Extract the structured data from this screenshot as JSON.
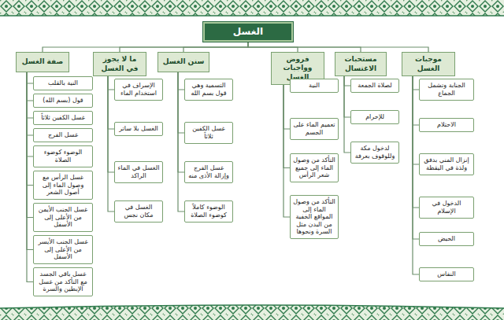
{
  "diagram": {
    "nodes": [
      {
        "text": [
          "الغسل"
        ]
      },
      {
        "text": [
          "موجبات الغسل"
        ]
      },
      {
        "text": [
          "الجنابة وتشمل الجماع"
        ]
      },
      {
        "text": [
          "الاحتلام"
        ]
      },
      {
        "text": [
          "إنزال المني بدفق ولذة في اليقظة"
        ]
      },
      {
        "text": [
          "الدخول في الإسلام"
        ]
      },
      {
        "text": [
          "الحيض"
        ]
      },
      {
        "text": [
          "النفاس"
        ]
      },
      {
        "text": [
          "مستحبات الاغتسال"
        ]
      },
      {
        "text": [
          "لصلاة الجمعة"
        ]
      },
      {
        "text": [
          "للإحرام"
        ]
      },
      {
        "text": [
          "لدخول مكة وللوقوف بعرفة"
        ]
      },
      {
        "text": [
          "فروض وواجبات الغسل"
        ]
      },
      {
        "text": [
          "النية"
        ]
      },
      {
        "text": [
          "تعميم الماء على الجسم"
        ]
      },
      {
        "text": [
          "التأكد من وصول الماء إلى جميع شعر الرأس"
        ]
      },
      {
        "text": [
          "التأكد من وصول الماء إلى المواقع الخفية من البدن مثل السرة ونحوها"
        ]
      },
      {
        "text": [
          "سنن الغسل"
        ]
      },
      {
        "text": [
          "التسمية وهي قول بسم الله"
        ]
      },
      {
        "text": [
          "غسل الكفين ثلاثاً"
        ]
      },
      {
        "text": [
          "غسل الفرج وإزالة الأذى منه"
        ]
      },
      {
        "text": [
          "الوضوء كاملاً كوضوء الصلاة"
        ]
      },
      {
        "text": [
          "ما لا يجوز في الغسل"
        ]
      },
      {
        "text": [
          "الإسراف في استخدام الماء"
        ]
      },
      {
        "text": [
          "الغسل بلا ساتر"
        ]
      },
      {
        "text": [
          "الغسل في الماء الراكد"
        ]
      },
      {
        "text": [
          "الغسل في مكان نجس"
        ]
      },
      {
        "text": [
          "صفة الغسل"
        ]
      },
      {
        "text": [
          "النية بالقلب"
        ]
      },
      {
        "text": [
          "قول (بسم الله)"
        ]
      },
      {
        "text": [
          "غسل الكفين ثلاثاً"
        ]
      },
      {
        "text": [
          "غسل الفرج"
        ]
      },
      {
        "text": [
          "الوضوء كوضوء الصلاة"
        ]
      },
      {
        "text": [
          "غسل الرأس مع وصول الماء إلى أصول الشعر"
        ]
      },
      {
        "text": [
          "غسل الجنب الأيمن من الأعلى إلى الأسفل"
        ]
      },
      {
        "text": [
          "غسل الجنب الأيسر من الأعلى إلى الأسفل"
        ]
      },
      {
        "text": [
          "غسل باقي الجسد مع التأكد من غسل الإبطين والسرة"
        ]
      }
    ],
    "edges": [
      {
        "from": 0,
        "to": 1,
        "arrow": "none"
      },
      {
        "from": 0,
        "to": 8,
        "arrow": "none"
      },
      {
        "from": 0,
        "to": 12,
        "arrow": "none"
      },
      {
        "from": 0,
        "to": 17,
        "arrow": "none"
      },
      {
        "from": 0,
        "to": 22,
        "arrow": "none"
      },
      {
        "from": 0,
        "to": 27,
        "arrow": "none"
      },
      {
        "from": 1,
        "to": 2,
        "arrow": "none"
      },
      {
        "from": 1,
        "to": 3,
        "arrow": "none"
      },
      {
        "from": 1,
        "to": 4,
        "arrow": "none"
      },
      {
        "from": 1,
        "to": 5,
        "arrow": "none"
      },
      {
        "from": 1,
        "to": 6,
        "arrow": "none"
      },
      {
        "from": 1,
        "to": 7,
        "arrow": "none"
      },
      {
        "from": 8,
        "to": 9,
        "arrow": "none"
      },
      {
        "from": 8,
        "to": 10,
        "arrow": "none"
      },
      {
        "from": 8,
        "to": 11,
        "arrow": "none"
      },
      {
        "from": 12,
        "to": 13,
        "arrow": "none"
      },
      {
        "from": 12,
        "to": 14,
        "arrow": "none"
      },
      {
        "from": 12,
        "to": 15,
        "arrow": "none"
      },
      {
        "from": 12,
        "to": 16,
        "arrow": "none"
      },
      {
        "from": 17,
        "to": 18,
        "arrow": "none"
      },
      {
        "from": 17,
        "to": 19,
        "arrow": "none"
      },
      {
        "from": 17,
        "to": 20,
        "arrow": "none"
      },
      {
        "from": 17,
        "to": 21,
        "arrow": "none"
      },
      {
        "from": 22,
        "to": 23,
        "arrow": "none"
      },
      {
        "from": 22,
        "to": 24,
        "arrow": "none"
      },
      {
        "from": 22,
        "to": 25,
        "arrow": "none"
      },
      {
        "from": 22,
        "to": 26,
        "arrow": "none"
      },
      {
        "from": 27,
        "to": 28,
        "arrow": "none"
      },
      {
        "from": 27,
        "to": 29,
        "arrow": "none"
      },
      {
        "from": 27,
        "to": 30,
        "arrow": "none"
      },
      {
        "from": 27,
        "to": 31,
        "arrow": "none"
      },
      {
        "from": 27,
        "to": 32,
        "arrow": "none"
      },
      {
        "from": 27,
        "to": 33,
        "arrow": "none"
      },
      {
        "from": 27,
        "to": 34,
        "arrow": "none"
      },
      {
        "from": 27,
        "to": 35,
        "arrow": "none"
      },
      {
        "from": 27,
        "to": 36,
        "arrow": "none"
      }
    ]
  }
}
